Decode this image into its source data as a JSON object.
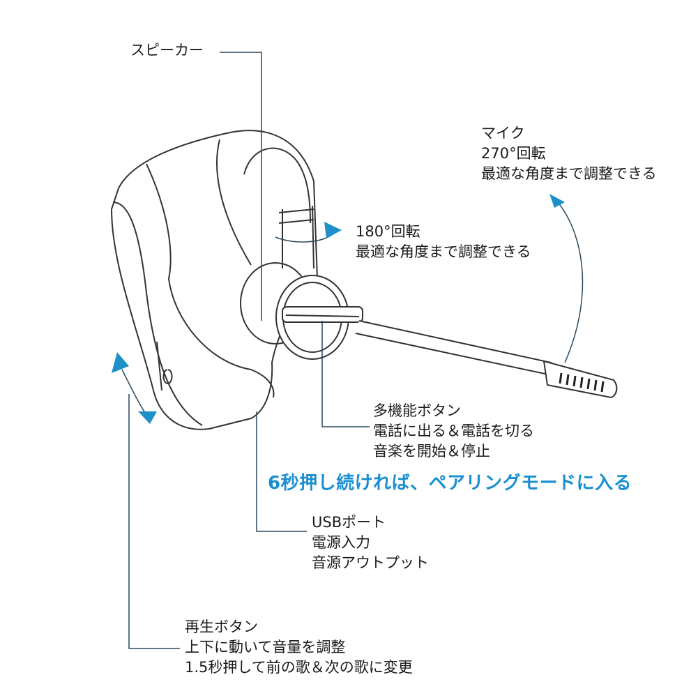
{
  "labels": {
    "speaker": "スピーカー",
    "mic": [
      "マイク",
      "270°回転",
      "最適な角度まで調整できる"
    ],
    "rotate": [
      "180°回転",
      "最適な角度まで調整できる"
    ],
    "multi_button": [
      "多機能ボタン",
      "電話に出る＆電話を切る",
      "音楽を開始＆停止"
    ],
    "pairing_note": "6秒押し続ければ、ペアリングモードに入る",
    "usb": [
      "USBポート",
      "電源入力",
      "音源アウトプット"
    ],
    "play_button": [
      "再生ボタン",
      "上下に動いて音量を調整",
      "1.5秒押して前の歌＆次の歌に変更"
    ]
  },
  "colors": {
    "accent": "#1a8fd0",
    "line": "#2a4a5a",
    "arrow": "#1e90c8"
  }
}
